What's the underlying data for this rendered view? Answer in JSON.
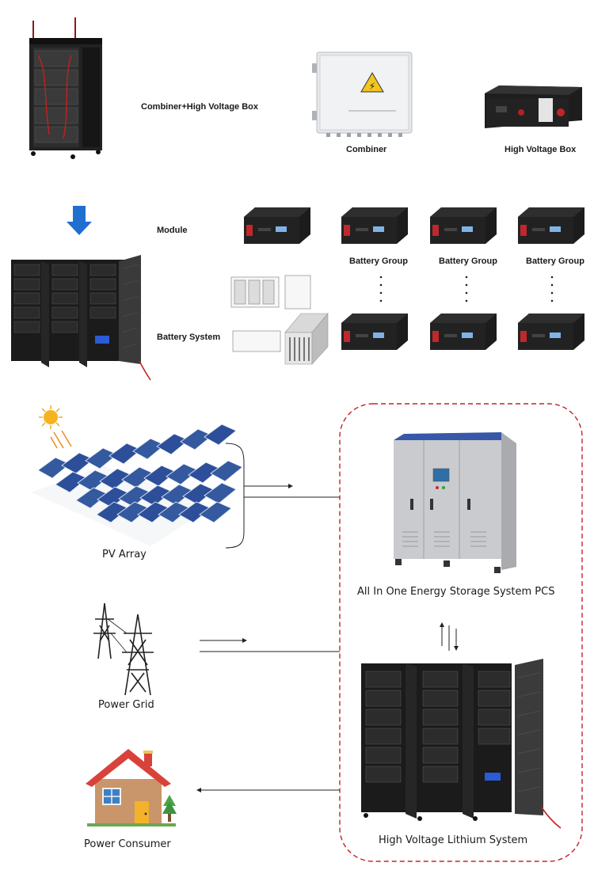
{
  "top": {
    "combiner_hv_box_label": "Combiner+High Voltage Box",
    "combiner_label": "Combiner",
    "hv_box_label": "High Voltage Box"
  },
  "middle": {
    "module_label": "Module",
    "battery_system_label": "Battery System",
    "battery_group_label": "Battery Group"
  },
  "bottom": {
    "pv_array_label": "PV Array",
    "power_grid_label": "Power Grid",
    "power_consumer_label": "Power Consumer",
    "pcs_label": "All In One Energy Storage System PCS",
    "hv_lithium_label": "High Voltage Lithium System"
  },
  "colors": {
    "dashed_border": "#c8202a",
    "arrow_blue": "#1f6fd1",
    "rack_dark": "#1b1b1b",
    "module_red": "#c0282c",
    "pcs_gray": "#c9cbce",
    "solar_blue": "#2d4f9a",
    "house_roof": "#d8423a"
  }
}
